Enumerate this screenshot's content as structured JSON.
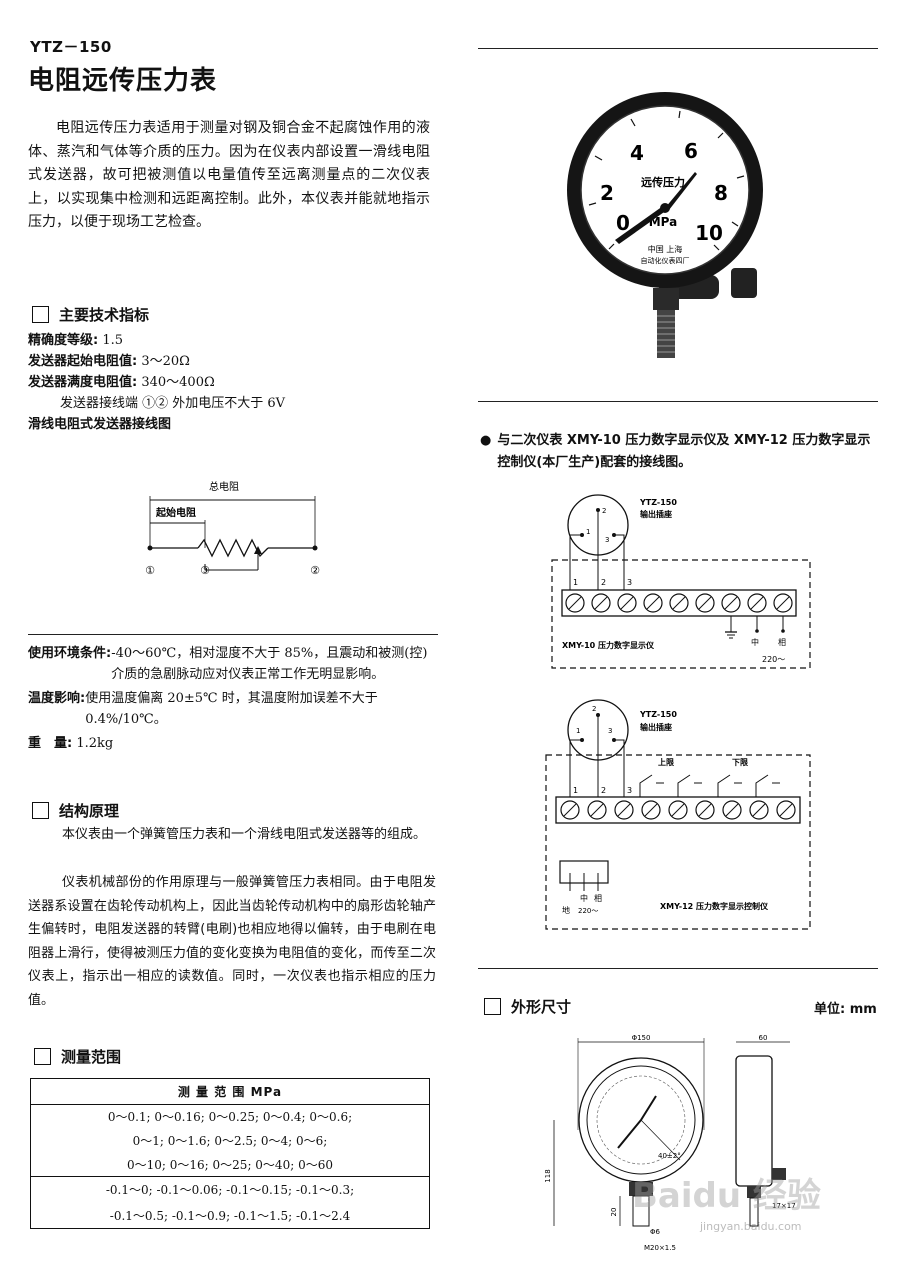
{
  "header": {
    "model": "YTZ－150",
    "title": "电阻远传压力表"
  },
  "intro": "电阻远传压力表适用于测量对钢及铜合金不起腐蚀作用的液体、蒸汽和气体等介质的压力。因为在仪表内部设置一滑线电阻式发送器，故可把被测值以电量值传至远离测量点的二次仪表上，以实现集中检测和远距离控制。此外，本仪表并能就地指示压力，以便于现场工艺检查。",
  "tech_specs": {
    "heading": "主要技术指标",
    "accuracy_label": "精确度等级:",
    "accuracy_value": " 1.5",
    "start_res_label": "发送器起始电阻值:",
    "start_res_value": " 3～20Ω",
    "full_res_label": "发送器满度电阻值:",
    "full_res_value": " 340～400Ω",
    "voltage_note": "发送器接线端 ①② 外加电压不大于 6V",
    "wiring_title": "滑线电阻式发送器接线图"
  },
  "resistor_diagram": {
    "total_label": "总电阻",
    "start_label": "起始电阻",
    "t1": "①",
    "t2": "②",
    "t3": "③"
  },
  "environment": {
    "env_label": "使用环境条件:",
    "env_text": " -40～60℃，相对湿度不大于 85%，且震动和被测(控)介质的急剧脉动应对仪表正常工作无明显影响。",
    "temp_label": "温度影响:",
    "temp_text": " 使用温度偏离 20±5℃ 时，其温度附加误差不大于 0.4%/10℃。",
    "weight_label": "重　量:",
    "weight_value": " 1.2kg"
  },
  "structure": {
    "heading": "结构原理",
    "p1": "本仪表由一个弹簧管压力表和一个滑线电阻式发送器等的组成。",
    "p2": "仪表机械部份的作用原理与一般弹簧管压力表相同。由于电阻发送器系设置在齿轮传动机构上，因此当齿轮传动机构中的扇形齿轮轴产生偏转时，电阻发送器的转臂(电刷)也相应地得以偏转，由于电刷在电阻器上滑行，使得被测压力值的变化变换为电阻值的变化，而传至二次仪表上，指示出一相应的读数值。同时，一次仪表也指示相应的压力值。"
  },
  "range": {
    "heading": "测量范围",
    "table_header": "测 量 范 围 MPa",
    "rows": [
      "0～0.1; 0～0.16; 0～0.25; 0～0.4; 0～0.6;",
      "0～1; 0～1.6; 0～2.5; 0～4; 0～6;",
      "0～10; 0～16; 0～25; 0～40; 0～60"
    ],
    "vac_rows": [
      "-0.1～0; -0.1～0.06; -0.1～0.15; -0.1～0.3;",
      "-0.1～0.5; -0.1～0.9; -0.1～1.5; -0.1～2.4"
    ]
  },
  "gauge": {
    "ticks": [
      "0",
      "2",
      "4",
      "6",
      "8",
      "10"
    ],
    "label": "远传压力",
    "unit": "MPa",
    "maker1": "中国 上海",
    "maker2": "自动化仪表四厂"
  },
  "wiring": {
    "bullet": "●",
    "intro": "与二次仪表 XMY-10 压力数字显示仪及 XMY-12 压力数字显示控制仪(本厂生产)配套的接线图。",
    "d1": {
      "socket_model": "YTZ-150",
      "socket_label": "输出插座",
      "instrument": "XMY-10 压力数字显示仪",
      "zhong": "中",
      "xiang": "相",
      "voltage": "220～"
    },
    "d2": {
      "socket_model": "YTZ-150",
      "socket_label": "输出插座",
      "upper": "上限",
      "lower": "下限",
      "instrument": "XMY-12 压力数字显示控制仪",
      "di": "地",
      "zhong": "中",
      "xiang": "相",
      "voltage": "220～"
    },
    "pins": [
      "1",
      "2",
      "3"
    ]
  },
  "dimensions": {
    "heading": "外形尺寸",
    "unit": "单位: mm",
    "dia": "Φ150",
    "depth": "60",
    "angle": "40±2°",
    "h118": "118",
    "h20": "20",
    "thread": "M20×1.5",
    "d6": "Φ6",
    "wrench": "17×17"
  },
  "colors": {
    "ink": "#111111",
    "dial_bezel": "#1a1a1a",
    "watermark": "#a0a0a0"
  },
  "watermark": "Baidu 经验",
  "watermark_url": "jingyan.baidu.com"
}
